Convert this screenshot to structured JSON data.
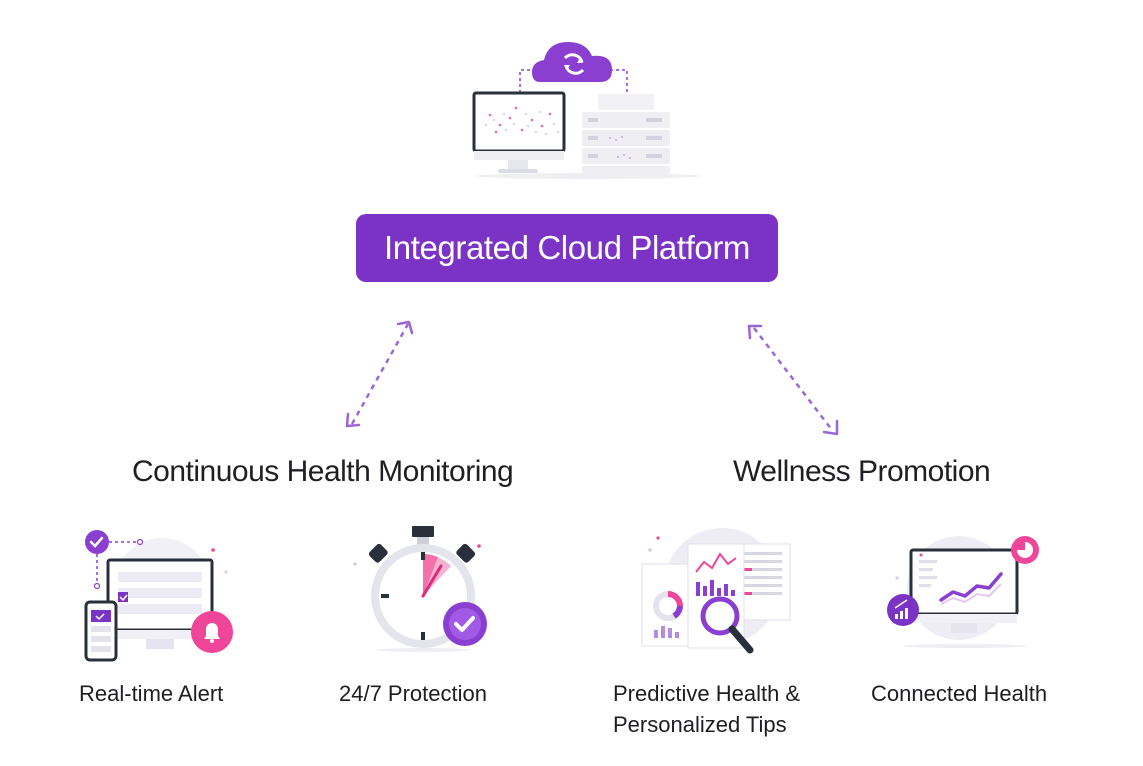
{
  "hub": {
    "label": "Integrated Cloud Platform"
  },
  "groups": [
    {
      "title": "Continuous Health Monitoring",
      "items": [
        {
          "label": "Real-time Alert"
        },
        {
          "label": "24/7 Protection"
        }
      ]
    },
    {
      "title": "Wellness Promotion",
      "items": [
        {
          "label_line1": "Predictive Health &",
          "label_line2": "Personalized Tips"
        },
        {
          "label": "Connected Health"
        }
      ]
    }
  ],
  "colors": {
    "primary": "#7a33c4",
    "pink": "#f0469a",
    "light_purple": "#b48ce0",
    "dark": "#2a2f3c"
  }
}
